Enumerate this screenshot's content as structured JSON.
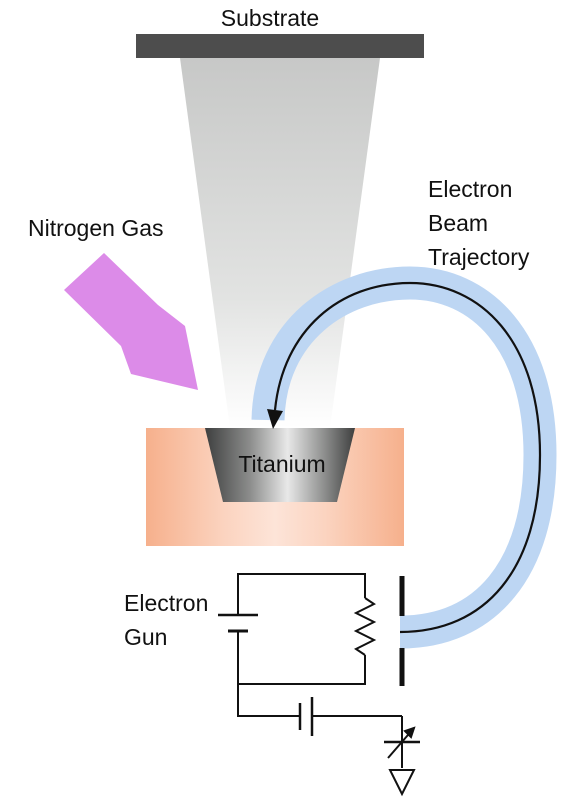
{
  "labels": {
    "substrate": "Substrate",
    "nitrogen_gas": "Nitrogen Gas",
    "electron_beam": [
      "Electron",
      "Beam",
      "Trajectory"
    ],
    "titanium": "Titanium",
    "electron_gun": [
      "Electron",
      "Gun"
    ]
  },
  "colors": {
    "substrate": "#4d4d4d",
    "vapor_plume": "#c9cac9",
    "crucible": "#f6b28e",
    "titanium": "#5f6060",
    "nitrogen_arrow": "#dc8be8",
    "beam_band": "#bdd6f3",
    "beam_line": "#111111",
    "circuit": "#111111"
  }
}
